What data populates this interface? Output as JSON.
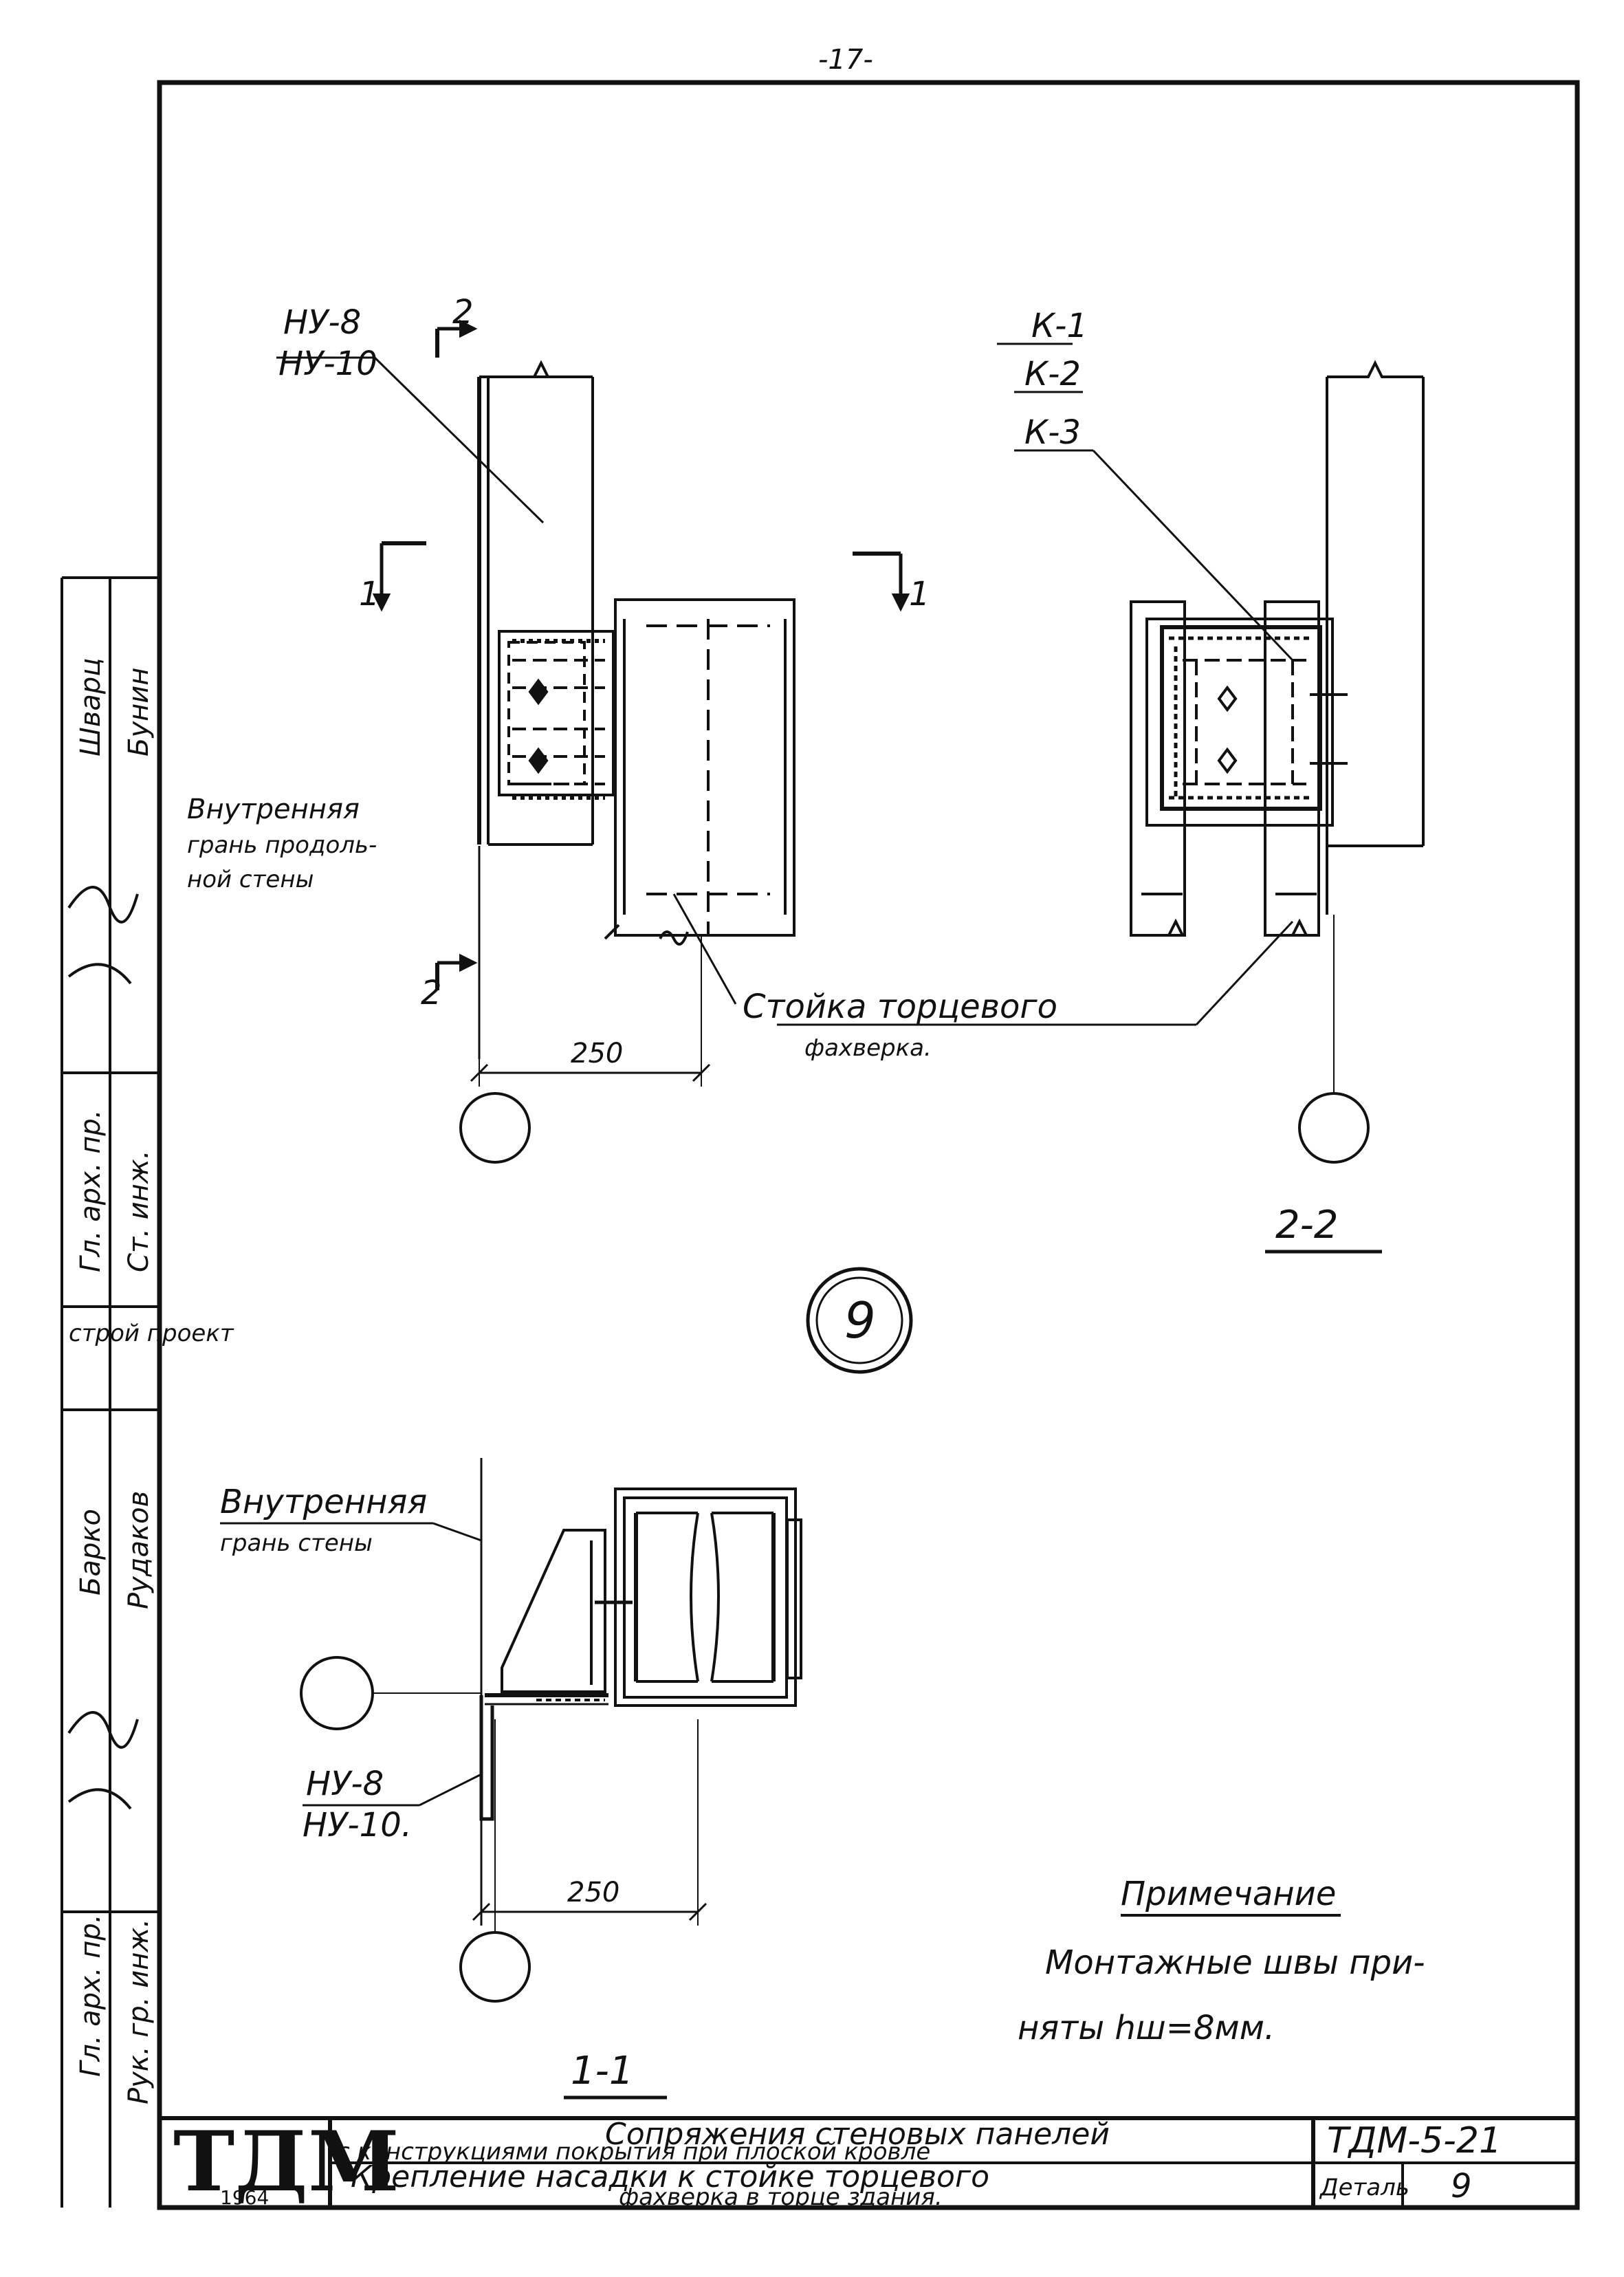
{
  "page_number": "-17-",
  "detail_number": "9",
  "section_labels": {
    "sec_2_2": "2-2",
    "sec_1_1": "1-1",
    "cut_mark_1": "1",
    "cut_mark_2": "2"
  },
  "elevation": {
    "label_top": "НУ-8",
    "label_bottom": "НУ-10",
    "wall_note_line1": "Внутренняя",
    "wall_note_line2": "грань продоль-",
    "wall_note_line3": "ной стены",
    "column_note_line1": "Стойка торцевого",
    "column_note_line2": "фахверка.",
    "dimension": "250"
  },
  "section_2_2": {
    "label_1": "К-1",
    "label_2": "К-2",
    "label_3": "К-3"
  },
  "section_1_1": {
    "wall_note_line1": "Внутренняя",
    "wall_note_line2": "грань стены",
    "label_top": "НУ-8",
    "label_bottom": "НУ-10.",
    "dimension": "250"
  },
  "note": {
    "title": "Примечание",
    "line1": "Монтажные швы при-",
    "line2": "няты hш=8мм."
  },
  "title_block": {
    "logo": "ТДМ",
    "year": "1964",
    "title_line1": "Сопряжения стеновых панелей",
    "title_line2": "с конструкциями покрытия при плоской кровле",
    "subtitle_line1": "Крепление насадки к стойке торцевого",
    "subtitle_line2": "фахверка в торце здания.",
    "doc_code": "ТДМ-5-21",
    "detail_label": "Деталь",
    "detail_value": "9"
  },
  "side_stamp": {
    "row1_role": "Гл. арх. пр.",
    "row1_name": "Шварц",
    "row2_role": "Ст. инж.",
    "row2_name": "Бунин",
    "org": "строй проект",
    "row3_role": "Гл. арх. пр.",
    "row3_name": "Барко",
    "row4_role": "Рук. гр. инж.",
    "row4_name": "Рудаков"
  }
}
